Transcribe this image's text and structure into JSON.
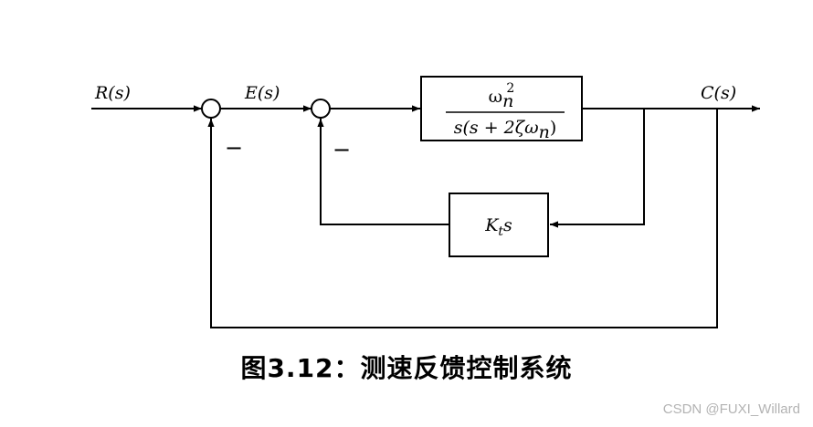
{
  "signals": {
    "input": "R(s)",
    "error": "E(s)",
    "output": "C(s)"
  },
  "blocks": {
    "plant": {
      "numerator_base": "ω",
      "numerator_sub": "n",
      "numerator_sup": "2",
      "denominator": "s(s + 2ζω",
      "denominator_sub": "n",
      "denominator_end": ")"
    },
    "feedback": {
      "base": "K",
      "sub": "t",
      "end": "s"
    }
  },
  "summing_junctions": {
    "outer_sign": "−",
    "inner_sign": "−"
  },
  "caption": "图3.12：测速反馈控制系统",
  "watermark": "CSDN @FUXI_Willard"
}
